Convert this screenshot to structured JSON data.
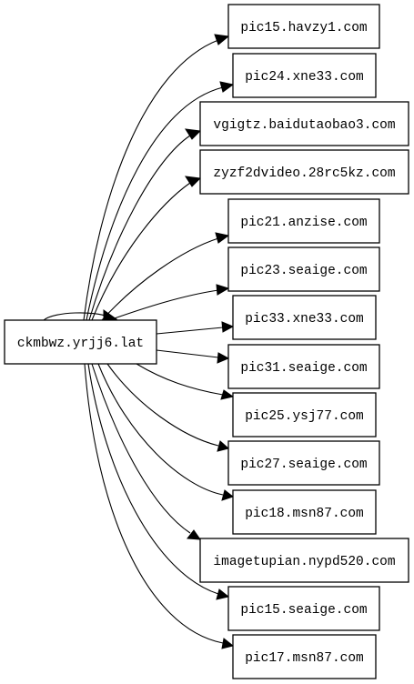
{
  "graph": {
    "source": {
      "id": "src",
      "label": "ckmbwz.yrjj6.lat"
    },
    "targets": [
      {
        "id": "t1",
        "label": "pic15.havzy1.com"
      },
      {
        "id": "t2",
        "label": "pic24.xne33.com"
      },
      {
        "id": "t3",
        "label": "vgigtz.baidutaobao3.com"
      },
      {
        "id": "t4",
        "label": "zyzf2dvideo.28rc5kz.com"
      },
      {
        "id": "t5",
        "label": "pic21.anzise.com"
      },
      {
        "id": "t6",
        "label": "pic23.seaige.com"
      },
      {
        "id": "t7",
        "label": "pic33.xne33.com"
      },
      {
        "id": "t8",
        "label": "pic31.seaige.com"
      },
      {
        "id": "t9",
        "label": "pic25.ysj77.com"
      },
      {
        "id": "t10",
        "label": "pic27.seaige.com"
      },
      {
        "id": "t11",
        "label": "pic18.msn87.com"
      },
      {
        "id": "t12",
        "label": "imagetupian.nypd520.com"
      },
      {
        "id": "t13",
        "label": "pic15.seaige.com"
      },
      {
        "id": "t14",
        "label": "pic17.msn87.com"
      }
    ],
    "self_loop_on_source": true,
    "edge_color": "#000000",
    "node_border_color": "#000000",
    "node_fill_color": "#ffffff"
  }
}
